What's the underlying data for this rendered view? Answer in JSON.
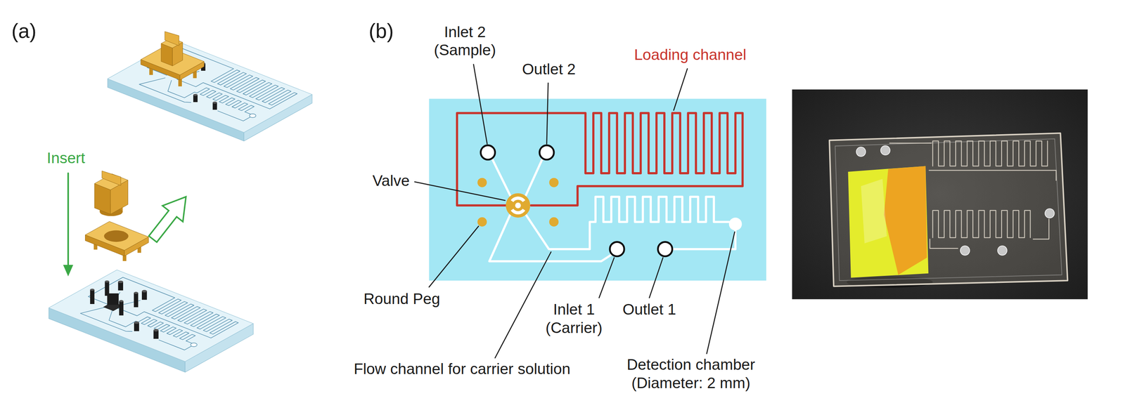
{
  "diagram": {
    "labels": [
      "(a)",
      "Insert",
      "(b)",
      "Inlet 2 (Sample)",
      "Outlet 2",
      "Loading channel",
      "Valve",
      "Round Peg",
      "Flow channel for carrier solution",
      "Inlet 1 (Carrier)",
      "Outlet 1",
      "Detection chamber (Diameter: 2 mm)"
    ]
  }
}
